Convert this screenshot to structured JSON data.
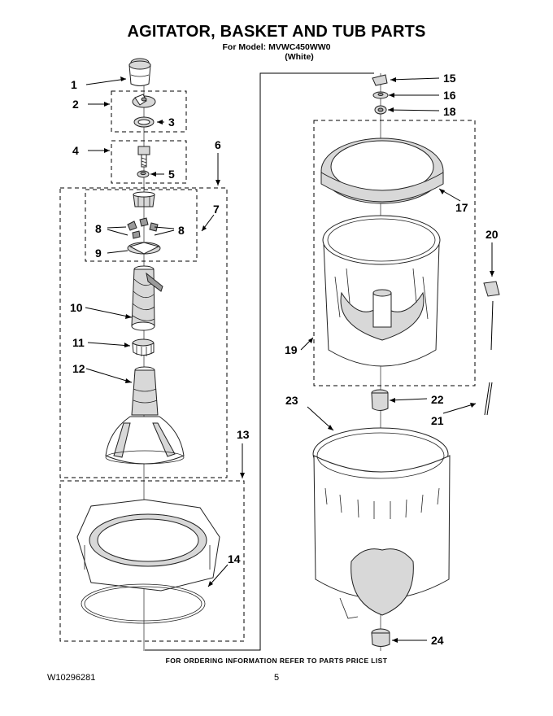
{
  "header": {
    "title": "AGITATOR, BASKET AND TUB PARTS",
    "model_line": "For Model: MVWC450WW0",
    "color_line": "(White)"
  },
  "callouts": [
    "1",
    "2",
    "3",
    "4",
    "5",
    "6",
    "7",
    "8",
    "8",
    "9",
    "10",
    "11",
    "12",
    "13",
    "14",
    "15",
    "16",
    "18",
    "17",
    "20",
    "19",
    "22",
    "21",
    "23",
    "24"
  ],
  "footer": {
    "ordering_note": "FOR ORDERING INFORMATION REFER TO PARTS PRICE LIST",
    "doc_number": "W10296281",
    "page_number": "5"
  }
}
